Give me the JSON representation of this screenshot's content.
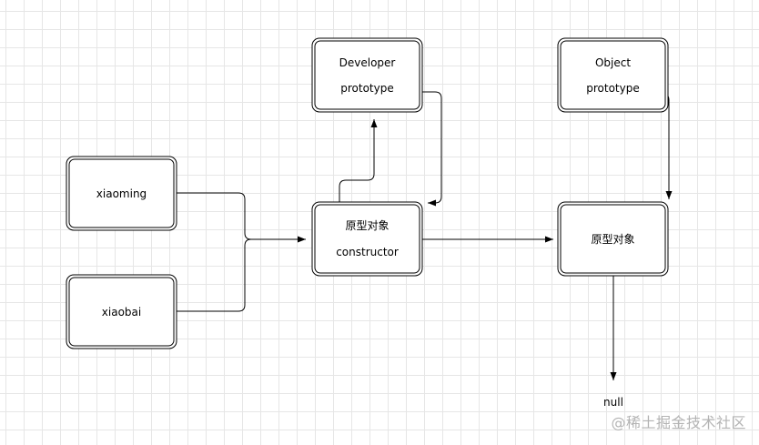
{
  "nodes": {
    "developer": {
      "title": "Developer",
      "field": "prototype"
    },
    "object": {
      "title": "Object",
      "field": "prototype"
    },
    "xiaoming": {
      "label": "xiaoming"
    },
    "xiaobai": {
      "label": "xiaobai"
    },
    "proto_developer": {
      "title": "原型对象",
      "field": "constructor"
    },
    "proto_object": {
      "title": "原型对象"
    }
  },
  "terminal": {
    "label": "null"
  },
  "watermark": "@稀土掘金技术社区",
  "colors": {
    "stroke": "#000000",
    "grid": "#e6e6e6",
    "watermark": "#b3b3b3"
  }
}
